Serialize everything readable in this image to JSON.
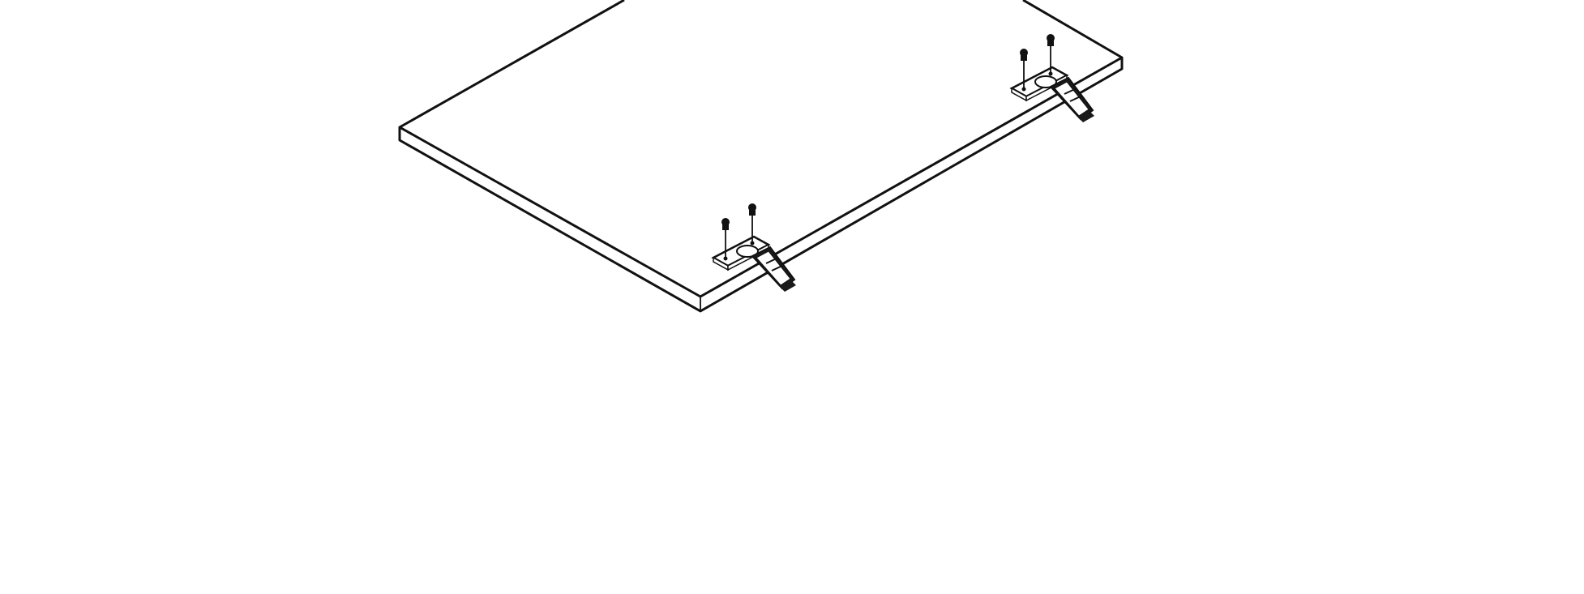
{
  "diagram": {
    "kind": "assembly-step",
    "parts": [
      {
        "part": "door-panel",
        "orientation": "face-down"
      },
      {
        "part": "cup-hinge",
        "count": 2
      },
      {
        "part": "screw",
        "count": 4,
        "per_hinge": 2
      }
    ],
    "colors": {
      "line": "#111111",
      "fill": "#ffffff",
      "hinge_dark": "#1a1a1a"
    }
  }
}
